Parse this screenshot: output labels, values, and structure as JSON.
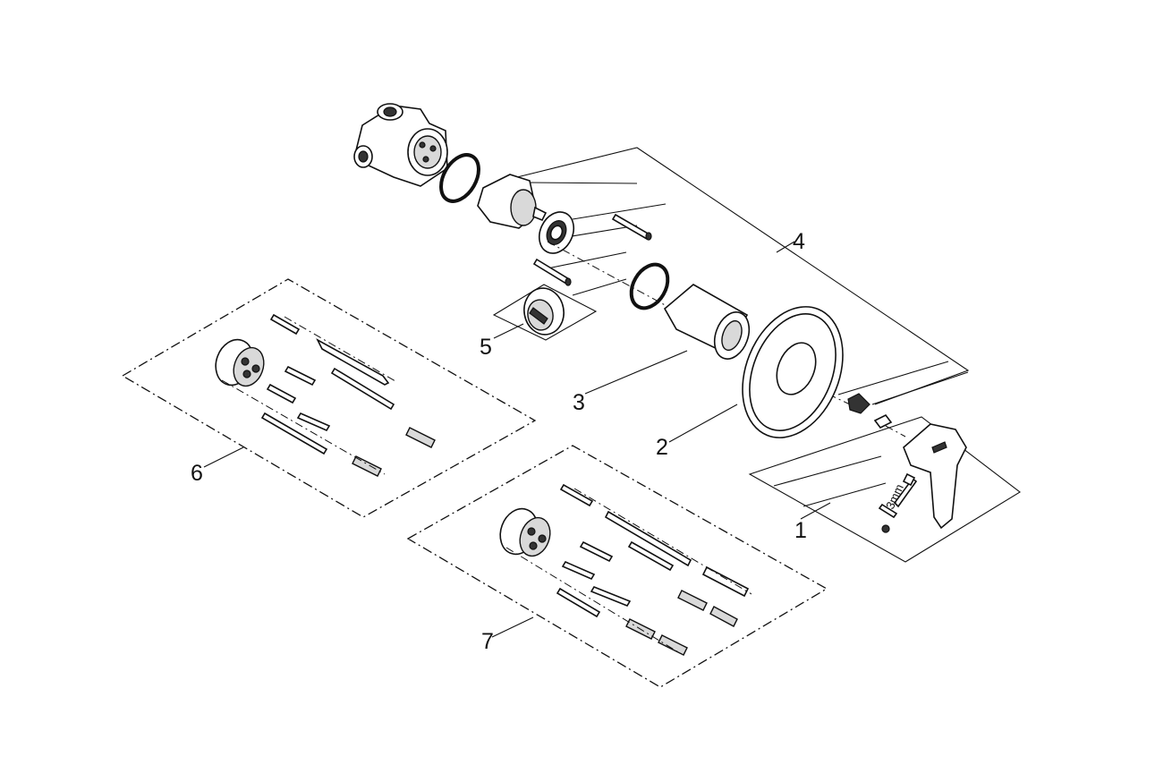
{
  "callouts": [
    {
      "id": "1",
      "text": "1"
    },
    {
      "id": "2",
      "text": "2"
    },
    {
      "id": "3",
      "text": "3"
    },
    {
      "id": "4",
      "text": "4"
    },
    {
      "id": "5",
      "text": "5"
    },
    {
      "id": "6",
      "text": "6"
    },
    {
      "id": "7",
      "text": "7"
    }
  ],
  "tool_label": "3mm"
}
